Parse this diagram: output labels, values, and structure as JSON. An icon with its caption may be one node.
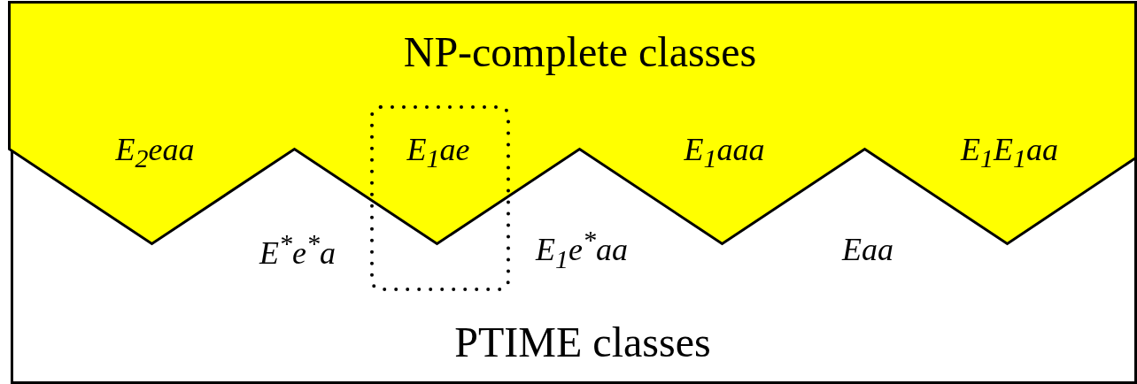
{
  "diagram": {
    "nodes": [
      {
        "text": [
          "NP-complete classes"
        ],
        "in": 1
      },
      {
        "text": [
          "PTIME classes"
        ]
      }
    ],
    "labels": [
      "E$_{2}$eaa",
      "E$_{1}$ae",
      "E$_{1}$aaa",
      "E$_{1}$E$_{1}$aa",
      "E$^{*}$e$^{*}$a",
      "E$_{1}$e$^{*}$aa",
      "Eaa"
    ]
  }
}
